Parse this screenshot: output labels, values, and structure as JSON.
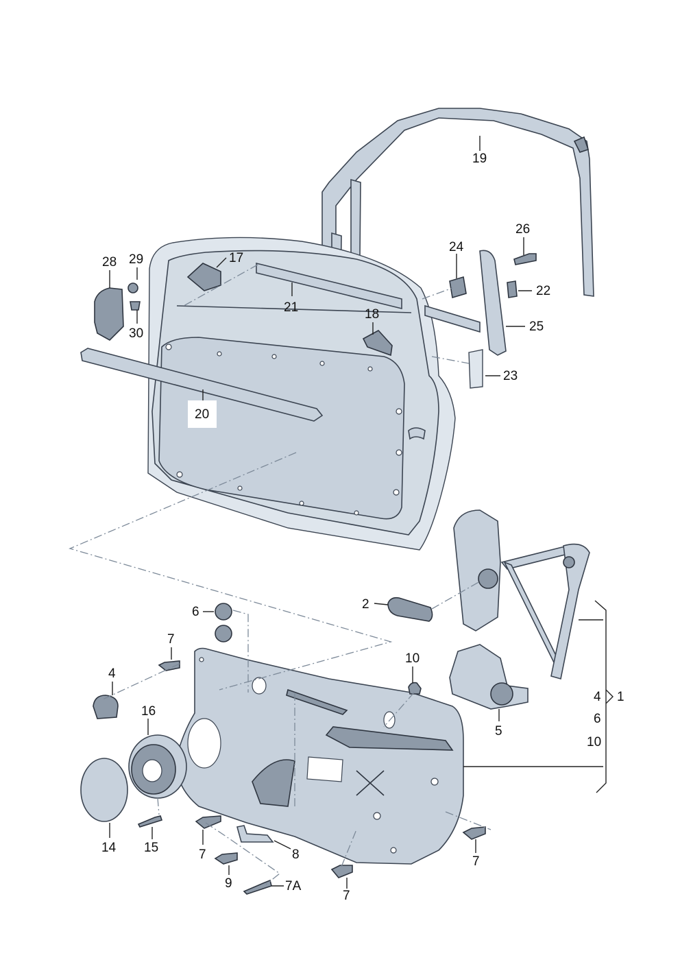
{
  "labels": {
    "p1": "1",
    "p2": "2",
    "p4": "4",
    "p4b": "4",
    "p5": "5",
    "p6": "6",
    "p6b": "6",
    "p7a": "7",
    "p7b": "7",
    "p7c": "7",
    "p7d": "7",
    "p7A": "7A",
    "p8": "8",
    "p9": "9",
    "p10": "10",
    "p10b": "10",
    "p14": "14",
    "p15": "15",
    "p16": "16",
    "p17": "17",
    "p18": "18",
    "p19": "19",
    "p20": "20",
    "p21": "21",
    "p22": "22",
    "p23": "23",
    "p24": "24",
    "p25": "25",
    "p26": "26",
    "p28": "28",
    "p29": "29",
    "p30": "30"
  },
  "colors": {
    "metal": "#c7d1dc",
    "metal_dark": "#8e9aa8",
    "outline": "#3c4552",
    "dash_line": "#7d8a99"
  }
}
